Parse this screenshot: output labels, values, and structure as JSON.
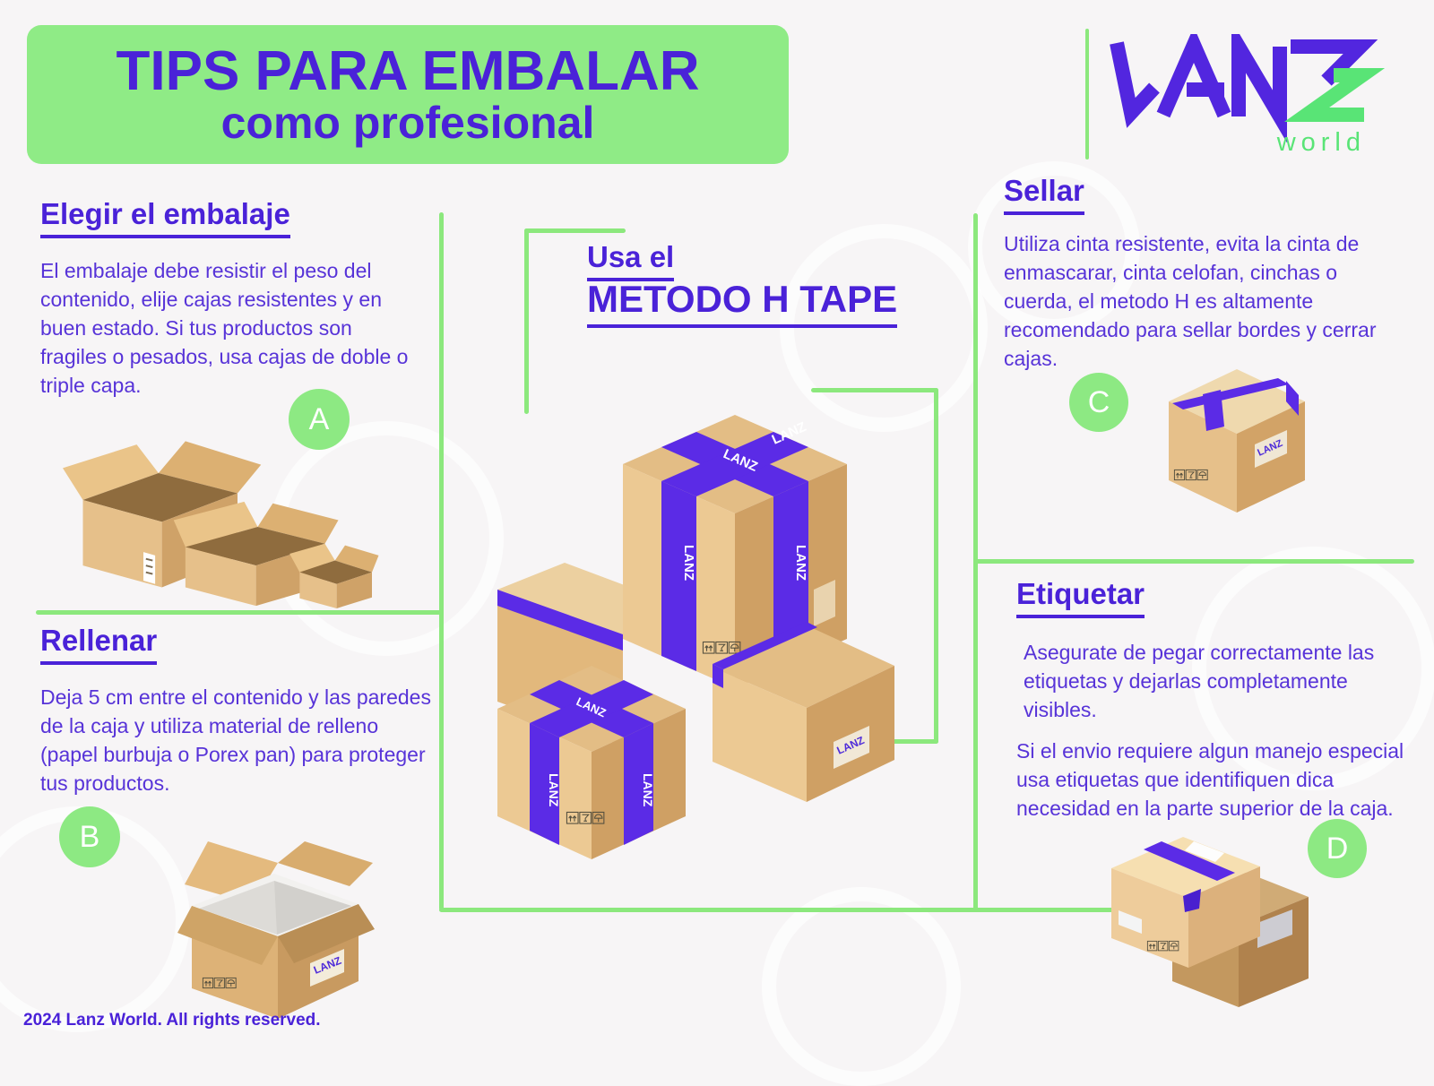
{
  "header": {
    "title": "TIPS PARA EMBALAR",
    "subtitle": "como profesional"
  },
  "logo": {
    "brand": "LANZ",
    "sub": "world"
  },
  "sections": {
    "elegir": {
      "heading": "Elegir el embalaje",
      "body": "El embalaje debe resistir el peso del contenido, elije cajas resistentes y en buen estado. Si tus productos son fragiles o pesados, usa cajas de doble o triple capa.",
      "badge": "A"
    },
    "rellenar": {
      "heading": "Rellenar",
      "body": "Deja 5 cm entre el contenido y las paredes de la caja y utiliza material de relleno (papel burbuja o Porex pan) para proteger tus productos.",
      "badge": "B"
    },
    "metodo": {
      "line1": "Usa el",
      "line2": "METODO H TAPE"
    },
    "sellar": {
      "heading": "Sellar",
      "body": "Utiliza cinta resistente, evita la cinta de enmascarar, cinta celofan, cinchas o cuerda, el metodo H es altamente recomendado para sellar bordes y cerrar cajas.",
      "badge": "C"
    },
    "etiquetar": {
      "heading": "Etiquetar",
      "body1": "Asegurate de pegar correctamente las etiquetas y dejarlas completamente visibles.",
      "body2": "Si el envio requiere algun manejo especial usa etiquetas que identifiquen dica necesidad en la parte superior de la caja.",
      "badge": "D"
    }
  },
  "footer": {
    "text": "2024 Lanz World. All rights reserved."
  },
  "illustration_labels": {
    "tape": "LANZ",
    "box": "LANZ"
  },
  "colors": {
    "background": "#f7f5f6",
    "purple_text": "#4a22d8",
    "body_text": "#5733d8",
    "tape_purple": "#5b2be6",
    "green_accent": "#8ce87d",
    "header_green": "#8feb86",
    "badge_green": "#8de983",
    "cardboard_light": "#e8c28a",
    "cardboard_dark": "#d2a367"
  }
}
